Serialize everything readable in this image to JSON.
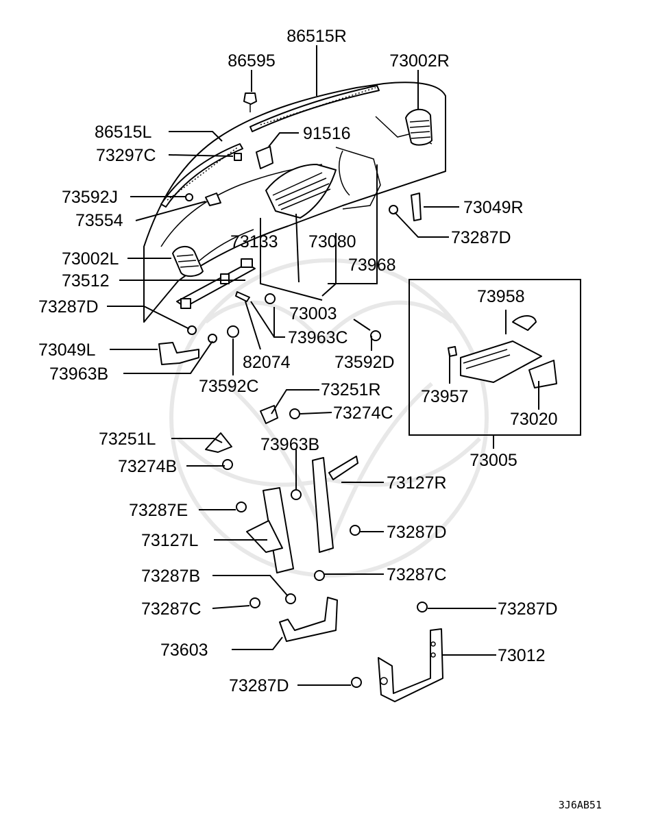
{
  "diagram": {
    "drawing_code": "3J6AB51",
    "labels": {
      "l86515R": "86515R",
      "l86595": "86595",
      "l73002R": "73002R",
      "l86515L": "86515L",
      "l91516": "91516",
      "l73297C": "73297C",
      "l73592J": "73592J",
      "l73049R": "73049R",
      "l73554": "73554",
      "l73287D_a": "73287D",
      "l73133": "73133",
      "l73080": "73080",
      "l73002L": "73002L",
      "l73968": "73968",
      "l73512": "73512",
      "l73958": "73958",
      "l73287D_b": "73287D",
      "l73003": "73003",
      "l73963C": "73963C",
      "l73049L": "73049L",
      "l73592D": "73592D",
      "l82074": "82074",
      "l73963B_a": "73963B",
      "l73957": "73957",
      "l73592C": "73592C",
      "l73020": "73020",
      "l73251R": "73251R",
      "l73274C": "73274C",
      "l73251L": "73251L",
      "l73963B_b": "73963B",
      "l73005": "73005",
      "l73274B": "73274B",
      "l73127R": "73127R",
      "l73287E": "73287E",
      "l73287D_c": "73287D",
      "l73127L": "73127L",
      "l73287B": "73287B",
      "l73287C_a": "73287C",
      "l73287C_b": "73287C",
      "l73287D_d": "73287D",
      "l73603": "73603",
      "l73012": "73012",
      "l73287D_e": "73287D"
    }
  }
}
